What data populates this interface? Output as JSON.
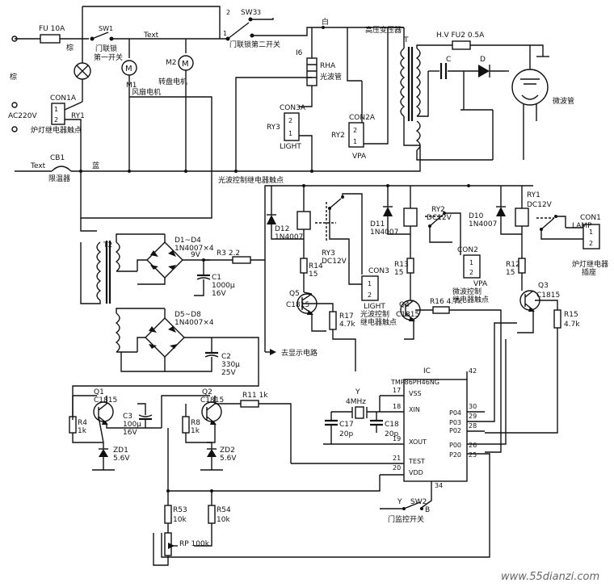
{
  "labels": {
    "fu": "FU 10A",
    "zong1": "棕",
    "sw1": "SW1",
    "door1a": "门联锁",
    "door1b": "第一开关",
    "text_top": "Text",
    "m1": "M1",
    "m1name": "风扇电机",
    "m2": "M2",
    "m2name": "转盘电机",
    "zong2": "棕",
    "ac": "AC220V",
    "con1a": "CON1A",
    "ry1": "RY1",
    "lamp_contact": "炉灯继电器触点",
    "sw3": "SW3",
    "sw3_door": "门联锁第二开关",
    "n2": "2",
    "n1": "1",
    "n3": "3",
    "bai": "白",
    "i6": "I6",
    "rha": "RHA",
    "photo": "光波管",
    "hv_xfmr": "高压变压器",
    "T": "T",
    "hv_fu": "H.V FU2  0.5A",
    "C": "C",
    "D": "D",
    "mag": "微波管",
    "con3a": "CON3A",
    "ry3": "RY3",
    "light1": "LIGHT",
    "con2a": "CON2A",
    "ry2": "RY2",
    "vpa1": "VPA",
    "text_bot": "Text",
    "cb1": "CB1",
    "limit": "限温器",
    "lan": "蓝",
    "photo_ctrl": "光波控制继电器触点",
    "t2": "T2",
    "d1d4": "D1~D4",
    "d1d4b": "1N4007×4",
    "v9": "9V",
    "r3": "R3 2.2",
    "c1a": "C1",
    "c1b": "1000μ",
    "c1c": "16V",
    "d5d8": "D5~D8",
    "d5d8b": "1N4007×4",
    "c2a": "C2",
    "c2b": "330μ",
    "c2c": "25V",
    "to_disp": "去显示电路",
    "d12": "D12",
    "d12b": "1N4007",
    "ry3b": "RY3",
    "ry3v": "DC12V",
    "r14a": "R14",
    "r14b": "15",
    "con3": "CON3",
    "q5": "Q5",
    "q5b": "C1815",
    "r17a": "R17",
    "r17b": "4.7k",
    "light2": "LIGHT",
    "photo_ctrl2": "光波控制",
    "relay_c": "继电器触点",
    "d11": "D11",
    "d11b": "1N4007",
    "ry2b": "RY2",
    "ry2v": "DC12V",
    "r13a": "R13",
    "r13b": "15",
    "con2": "CON2",
    "q4": "Q4",
    "q4b": "C1815",
    "r16": "R16 4.7k",
    "vpa2": "VPA",
    "mw_ctrl": "微波控制",
    "relay_c2": "继电器触点",
    "d10": "D10",
    "d10b": "1N4007",
    "ry1b": "RY1",
    "ry1v": "DC12V",
    "r12a": "R12",
    "r12b": "15",
    "q3": "Q3",
    "q3b": "C1815",
    "r15a": "R15",
    "r15b": "4.7k",
    "con1": "CON1",
    "lamp": "LAMP",
    "lamp_relay": "炉灯继电器",
    "socket": "插座",
    "ic": "IC",
    "ic_part": "TMP86PH46NG",
    "p42": "42",
    "p17": "17",
    "vss": "VSS",
    "y": "Y",
    "mhz": "4MHz",
    "p18": "18",
    "xin": "XIN",
    "c17a": "C17",
    "c17b": "20p",
    "c18a": "C18",
    "c18b": "20p",
    "p19": "19",
    "xout": "XOUT",
    "p21": "21",
    "test": "TEST",
    "p20": "20",
    "vdd": "VDD",
    "p30": "30",
    "p04": "P04",
    "p29": "29",
    "p03": "P03",
    "p28": "28",
    "p02": "P02",
    "p26": "26",
    "p00": "P00",
    "p25": "25",
    "p20p": "P20",
    "p34": "34",
    "q1": "Q1",
    "q1b": "C1815",
    "r4a": "R4",
    "r4b": "1k",
    "zd1a": "ZD1",
    "zd1b": "5.6V",
    "c3a": "C3",
    "c3b": "100μ",
    "c3c": "16V",
    "q2": "Q2",
    "q2b": "C1815",
    "r8a": "R8",
    "r8b": "1k",
    "zd2a": "ZD2",
    "zd2b": "5.6V",
    "r11": "R11  1k",
    "r53a": "R53",
    "r53b": "10k",
    "r54a": "R54",
    "r54b": "10k",
    "rp": "RP 100k",
    "sw2y": "Y",
    "sw2": "SW2",
    "sw2b": "B",
    "sw2name": "门监控开关",
    "watermark": "www.55dianzi.com"
  }
}
